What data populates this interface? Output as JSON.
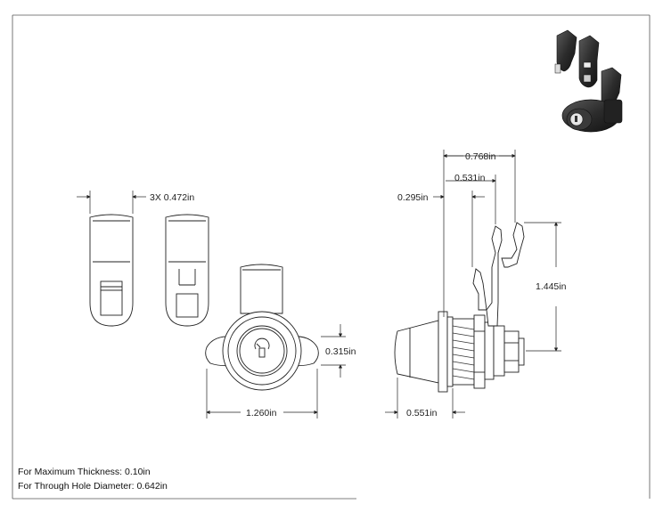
{
  "dimensions": {
    "width_3x": "3X 0.472in",
    "overall_width": "1.260in",
    "key_offset": "0.315in",
    "cam_reach": "0.768in",
    "cam_mid": "0.531in",
    "cam_near": "0.295in",
    "cam_height": "1.445in",
    "body_length": "0.551in"
  },
  "notes": {
    "max_thickness": "For Maximum Thickness: 0.10in",
    "hole_diameter": "For Through Hole Diameter: 0.642in"
  }
}
